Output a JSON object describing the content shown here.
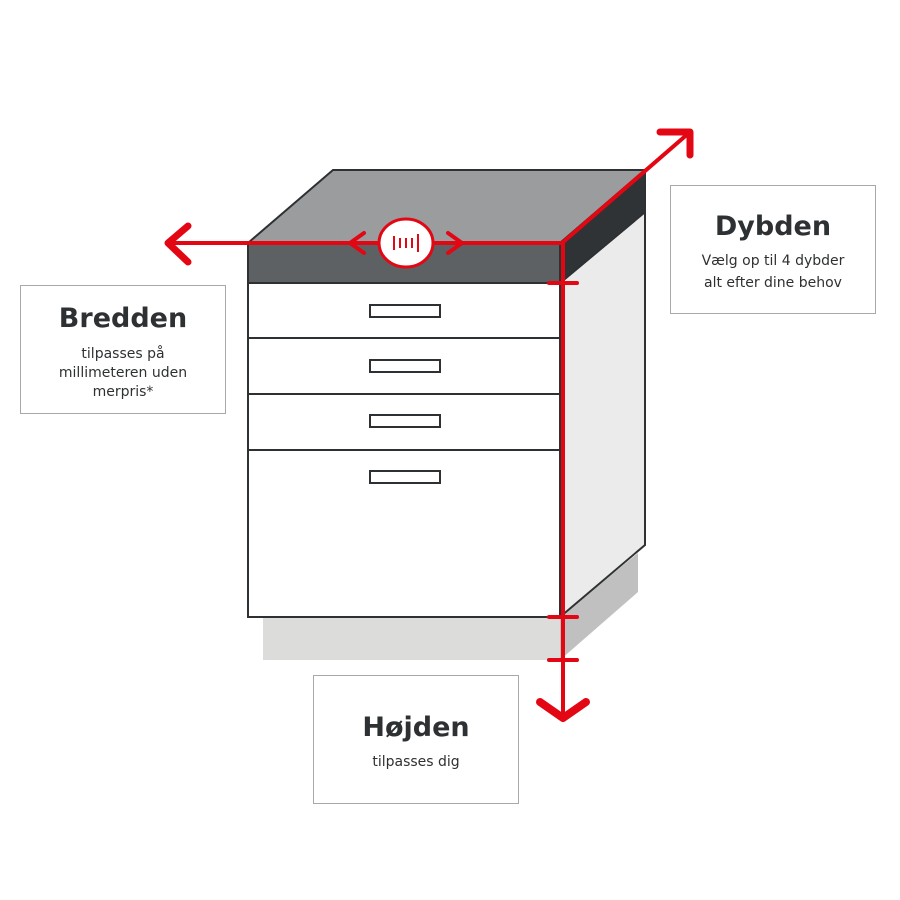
{
  "width_box": {
    "title": "Bredden",
    "lines": [
      "tilpasses på",
      "millimeteren uden",
      "merpris*"
    ]
  },
  "depth_box": {
    "title": "Dybden",
    "lines": [
      "Vælg op til 4 dybder",
      "alt efter dine behov"
    ]
  },
  "height_box": {
    "title": "Højden",
    "lines": [
      "tilpasses dig"
    ]
  },
  "colors": {
    "accent": "#e30613",
    "countertop_top": "#9a9c9e",
    "countertop_front": "#5e6163",
    "countertop_side": "#303335",
    "side_panel": "#ebebeb",
    "plinth": "#dcdcda",
    "plinth_side": "#c0c0c0"
  }
}
